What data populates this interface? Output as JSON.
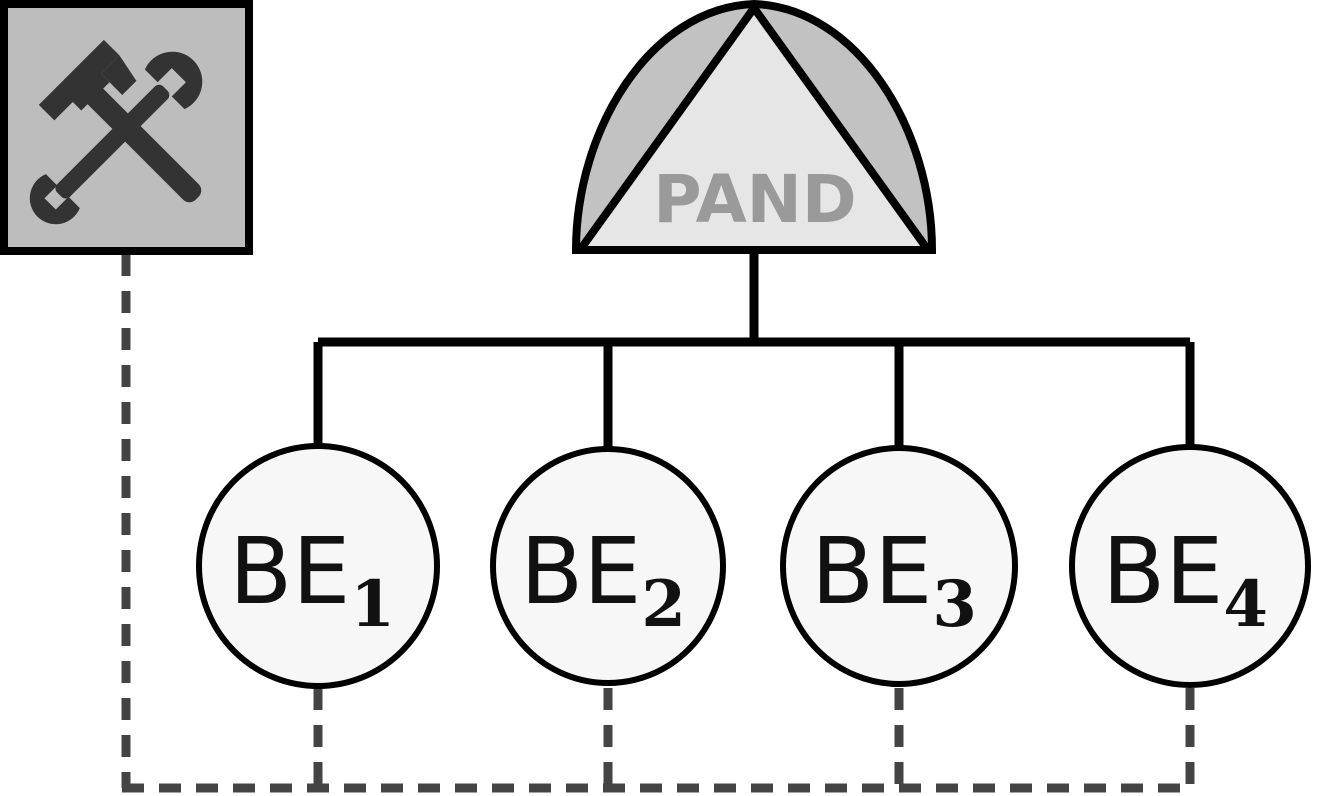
{
  "diagram": {
    "gate": {
      "label": "PAND",
      "fill_outer": "#c2c2c2",
      "fill_inner": "#e6e6e6",
      "label_color": "#9a9a9a"
    },
    "repair_unit": {
      "icon": "hammer-wrench-icon",
      "fill": "#bdbdbd",
      "icon_color": "#333333"
    },
    "basic_events": [
      {
        "name": "BE",
        "index": "1"
      },
      {
        "name": "BE",
        "index": "2"
      },
      {
        "name": "BE",
        "index": "3"
      },
      {
        "name": "BE",
        "index": "4"
      }
    ],
    "colors": {
      "stroke": "#000000",
      "event_fill": "#f7f7f7",
      "dashed_line": "#444444"
    }
  }
}
